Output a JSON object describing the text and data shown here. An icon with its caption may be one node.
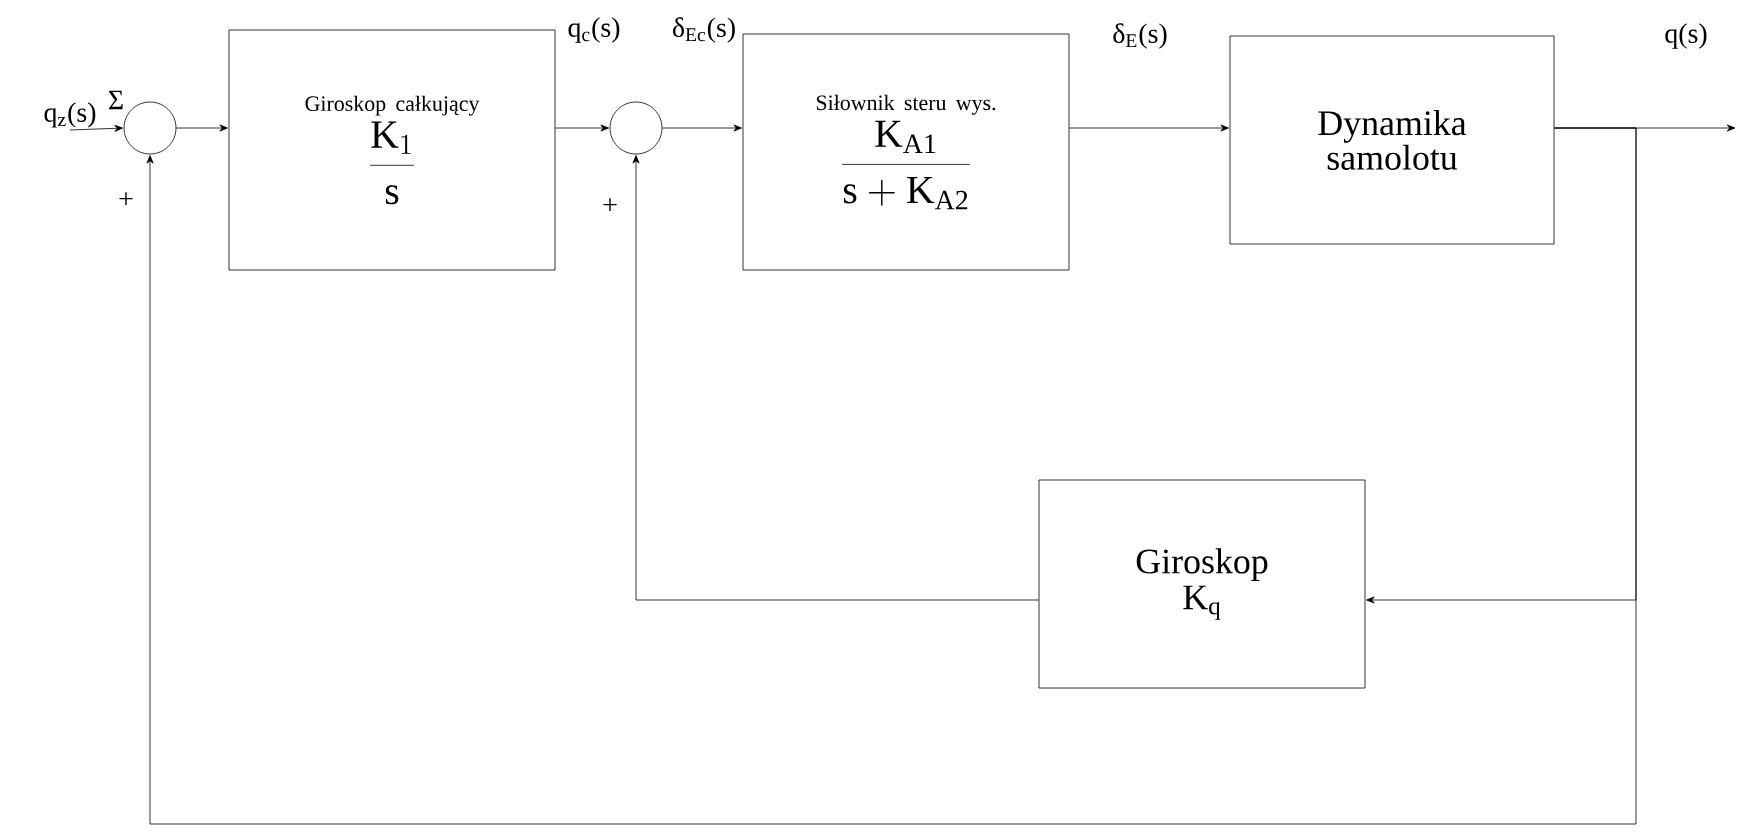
{
  "diagram": {
    "nodes": [
      {
        "text": [],
        "shape": "circle",
        "beside": [
          "Σ"
        ]
      },
      {
        "text": [
          "Giroskop całkujący",
          "\\frac{\\mathrm{K}_1}{\\mathrm{s}}"
        ]
      },
      {
        "text": [],
        "shape": "circle"
      },
      {
        "text": [
          "Siłownik steru wys.",
          "\\frac{\\mathrm{K}_{\\mathrm{A1}}}{\\mathrm{s}+\\mathrm{K}_{\\mathrm{A2}}}"
        ]
      },
      {
        "text": [
          "Dynamika samolotu"
        ]
      },
      {
        "text": [
          "Giroskop",
          "\\mathrm{K}_{\\mathrm{q}}"
        ]
      },
      {
        "text": [
          "q$_{z}$(s)"
        ]
      }
    ],
    "edges": [
      {
        "from": 6,
        "to": 0,
        "arrow": "to"
      },
      {
        "from": 0,
        "to": 1,
        "arrow": "to"
      },
      {
        "from": 1,
        "to": 2,
        "arrow": "to"
      },
      {
        "from": 2,
        "to": 3,
        "arrow": "to"
      },
      {
        "from": 3,
        "to": 4,
        "arrow": "to"
      },
      {
        "from": 4,
        "to": null,
        "arrow": "to"
      },
      {
        "from": 4,
        "to": 5,
        "arrow": "to"
      },
      {
        "from": 5,
        "to": 2,
        "arrow": "to"
      },
      {
        "from": 4,
        "to": 0,
        "arrow": "to"
      }
    ],
    "labels": [
      "q$_{c}$(s)",
      "δ$_{Ec}$(s)",
      "δ$_{E}$(s)",
      "q(s)",
      "+",
      "+"
    ]
  }
}
